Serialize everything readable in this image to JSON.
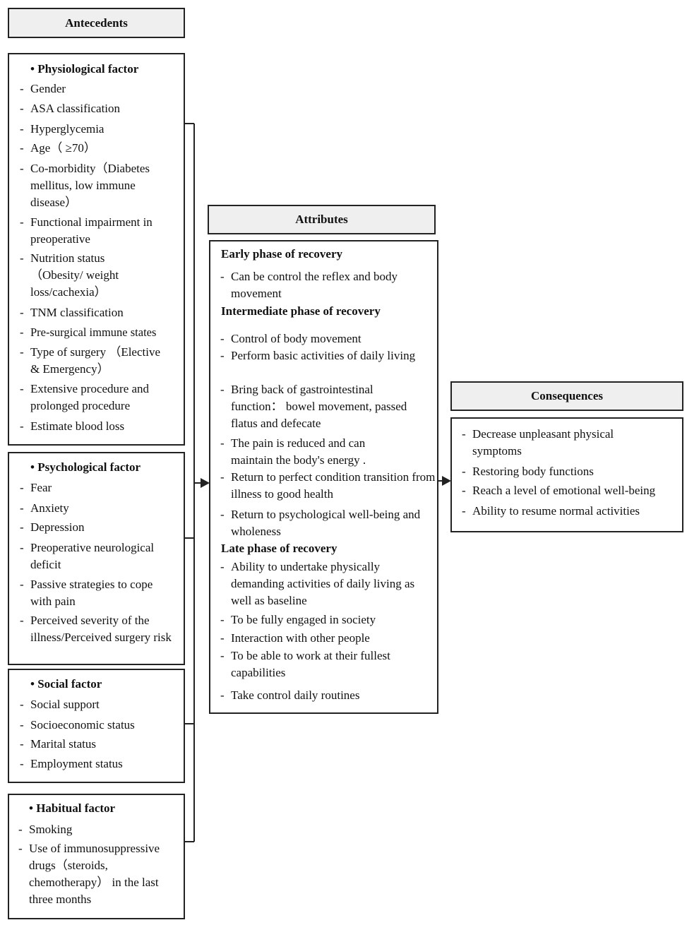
{
  "antecedents": {
    "header": "Antecedents",
    "physiological": {
      "title": "Physiological factor",
      "items": [
        "Gender",
        "ASA classification",
        "Hyperglycemia",
        "Age（ ≥70）",
        "Co-morbidity（Diabetes mellitus, low immune disease）",
        "Functional impairment in preoperative",
        "Nutrition status （Obesity/ weight loss/cachexia）",
        "TNM classification",
        "Pre-surgical immune states",
        "Type of surgery （Elective & Emergency）",
        "Extensive procedure and prolonged procedure",
        "Estimate blood loss"
      ]
    },
    "psychological": {
      "title": "Psychological factor",
      "items": [
        "Fear",
        "Anxiety",
        "Depression",
        "Preoperative neurological deficit",
        "Passive strategies to cope with pain",
        "Perceived severity of the illness/Perceived surgery risk"
      ]
    },
    "social": {
      "title": "Social factor",
      "items": [
        "Social support",
        "Socioeconomic status",
        "Marital status",
        "Employment status"
      ]
    },
    "habitual": {
      "title": "Habitual factor",
      "items": [
        "Smoking",
        "Use of immunosuppressive drugs（steroids, chemotherapy） in the last three months"
      ]
    }
  },
  "attributes": {
    "header": "Attributes",
    "early": {
      "title": "Early phase of recovery",
      "items": [
        "Can be  control the reflex and body movement"
      ]
    },
    "intermediate": {
      "title": "Intermediate  phase of recovery",
      "items": [
        "Control of body movement",
        "Perform basic activities of daily living",
        "Bring back of gastrointestinal function： bowel movement, passed flatus and defecate",
        "The pain is reduced and can maintain the body's energy .",
        "Return to perfect condition transition from illness to good health",
        "Return to psychological well-being and wholeness"
      ]
    },
    "late": {
      "title": "Late phase of recovery",
      "items": [
        "Ability to undertake physically demanding activities of daily living as well as baseline",
        "To be fully engaged  in society",
        "Interaction with other people",
        "To be able to work at their fullest capabilities",
        "Take control daily routines"
      ]
    }
  },
  "consequences": {
    "header": "Consequences",
    "items": [
      "Decrease unpleasant physical symptoms",
      "Restoring body functions",
      "Reach a level of emotional well-being",
      "Ability to resume normal activities"
    ]
  }
}
